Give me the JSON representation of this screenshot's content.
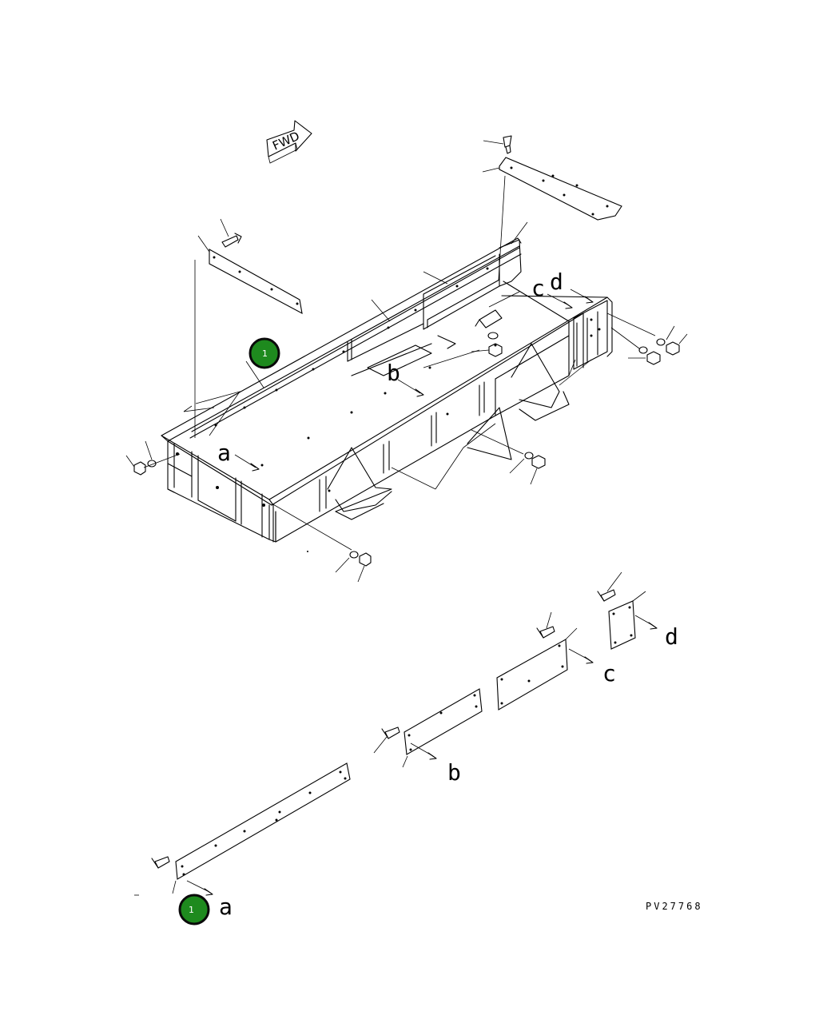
{
  "diagram": {
    "direction_marker": "FWD",
    "drawing_code": "PV27768",
    "callouts": [
      {
        "id": "callout-1-frame",
        "number": "1"
      },
      {
        "id": "callout-1-plate",
        "number": "1"
      }
    ],
    "connection_labels": {
      "a_top": "a",
      "b_top": "b",
      "c_top": "c",
      "d_top": "d",
      "a_bottom": "a",
      "b_bottom": "b",
      "c_bottom": "c",
      "d_bottom": "d"
    },
    "colors": {
      "callout_fill": "#1e8a1e",
      "callout_border": "#0a0a0a",
      "line": "#000000",
      "background": "#ffffff"
    }
  }
}
